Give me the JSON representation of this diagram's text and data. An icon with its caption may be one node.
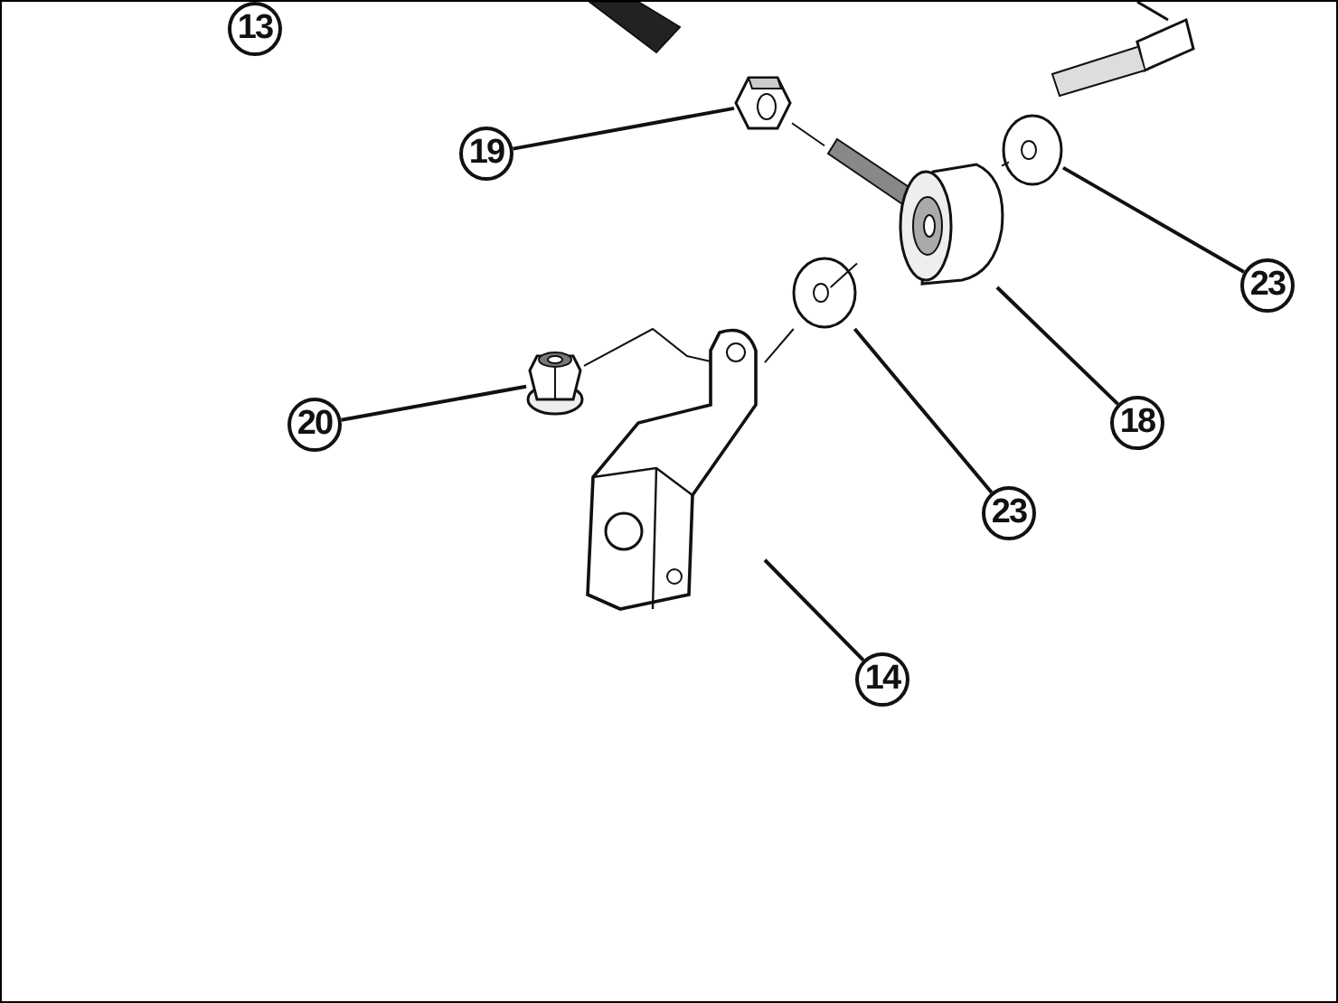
{
  "diagram": {
    "nodes": [
      {
        "text": [
          "19"
        ]
      },
      {
        "text": [
          "20"
        ]
      },
      {
        "text": [
          "23"
        ]
      },
      {
        "text": [
          "18"
        ]
      },
      {
        "text": [
          "23"
        ]
      },
      {
        "text": [
          "14"
        ]
      },
      {
        "text": [],
        "shape": "picture"
      },
      {
        "text": [],
        "shape": "picture"
      },
      {
        "text": [],
        "shape": "picture"
      },
      {
        "text": [],
        "shape": "picture"
      },
      {
        "text": [],
        "shape": "picture"
      },
      {
        "text": [],
        "shape": "picture"
      },
      {
        "text": [
          "13"
        ]
      }
    ],
    "edges": [
      {
        "from": 0,
        "to": 6,
        "arrow": "none"
      },
      {
        "from": 1,
        "to": 7,
        "arrow": "none"
      },
      {
        "from": 2,
        "to": 8,
        "arrow": "none"
      },
      {
        "from": 3,
        "to": 9,
        "arrow": "none"
      },
      {
        "from": 4,
        "to": 10,
        "arrow": "none"
      },
      {
        "from": 5,
        "to": 11,
        "arrow": "none"
      },
      {
        "from": 6,
        "to": 9,
        "arrow": "none"
      },
      {
        "from": 9,
        "to": 8,
        "arrow": "none"
      },
      {
        "from": 10,
        "to": 9,
        "arrow": "none"
      },
      {
        "from": 7,
        "to": 11,
        "arrow": "none"
      },
      {
        "from": 11,
        "to": 10,
        "arrow": "none"
      }
    ]
  }
}
